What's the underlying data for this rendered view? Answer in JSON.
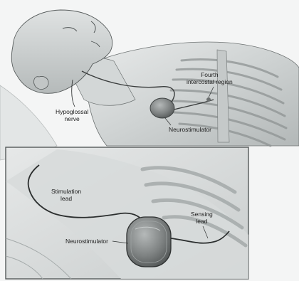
{
  "labels": {
    "hypoglossal_nerve": [
      "Hypoglossal",
      "nerve"
    ],
    "fourth_intercostal_region": [
      "Fourth",
      "intercostal region"
    ],
    "neurostimulator_top": "Neurostimulator",
    "stimulation_lead": [
      "Stimulation",
      "lead"
    ],
    "sensing_lead": [
      "Sensing",
      "lead"
    ],
    "neurostimulator_inset": "Neurostimulator"
  },
  "colors": {
    "background": "#f4f5f5",
    "skin_light": "#dfe2e2",
    "skin_mid": "#c3c7c7",
    "skin_dark": "#8a8f8f",
    "outline": "#4a4e4e",
    "device": "#7f8383",
    "lead": "#3a3d3d",
    "inset_border": "#555a5a"
  }
}
